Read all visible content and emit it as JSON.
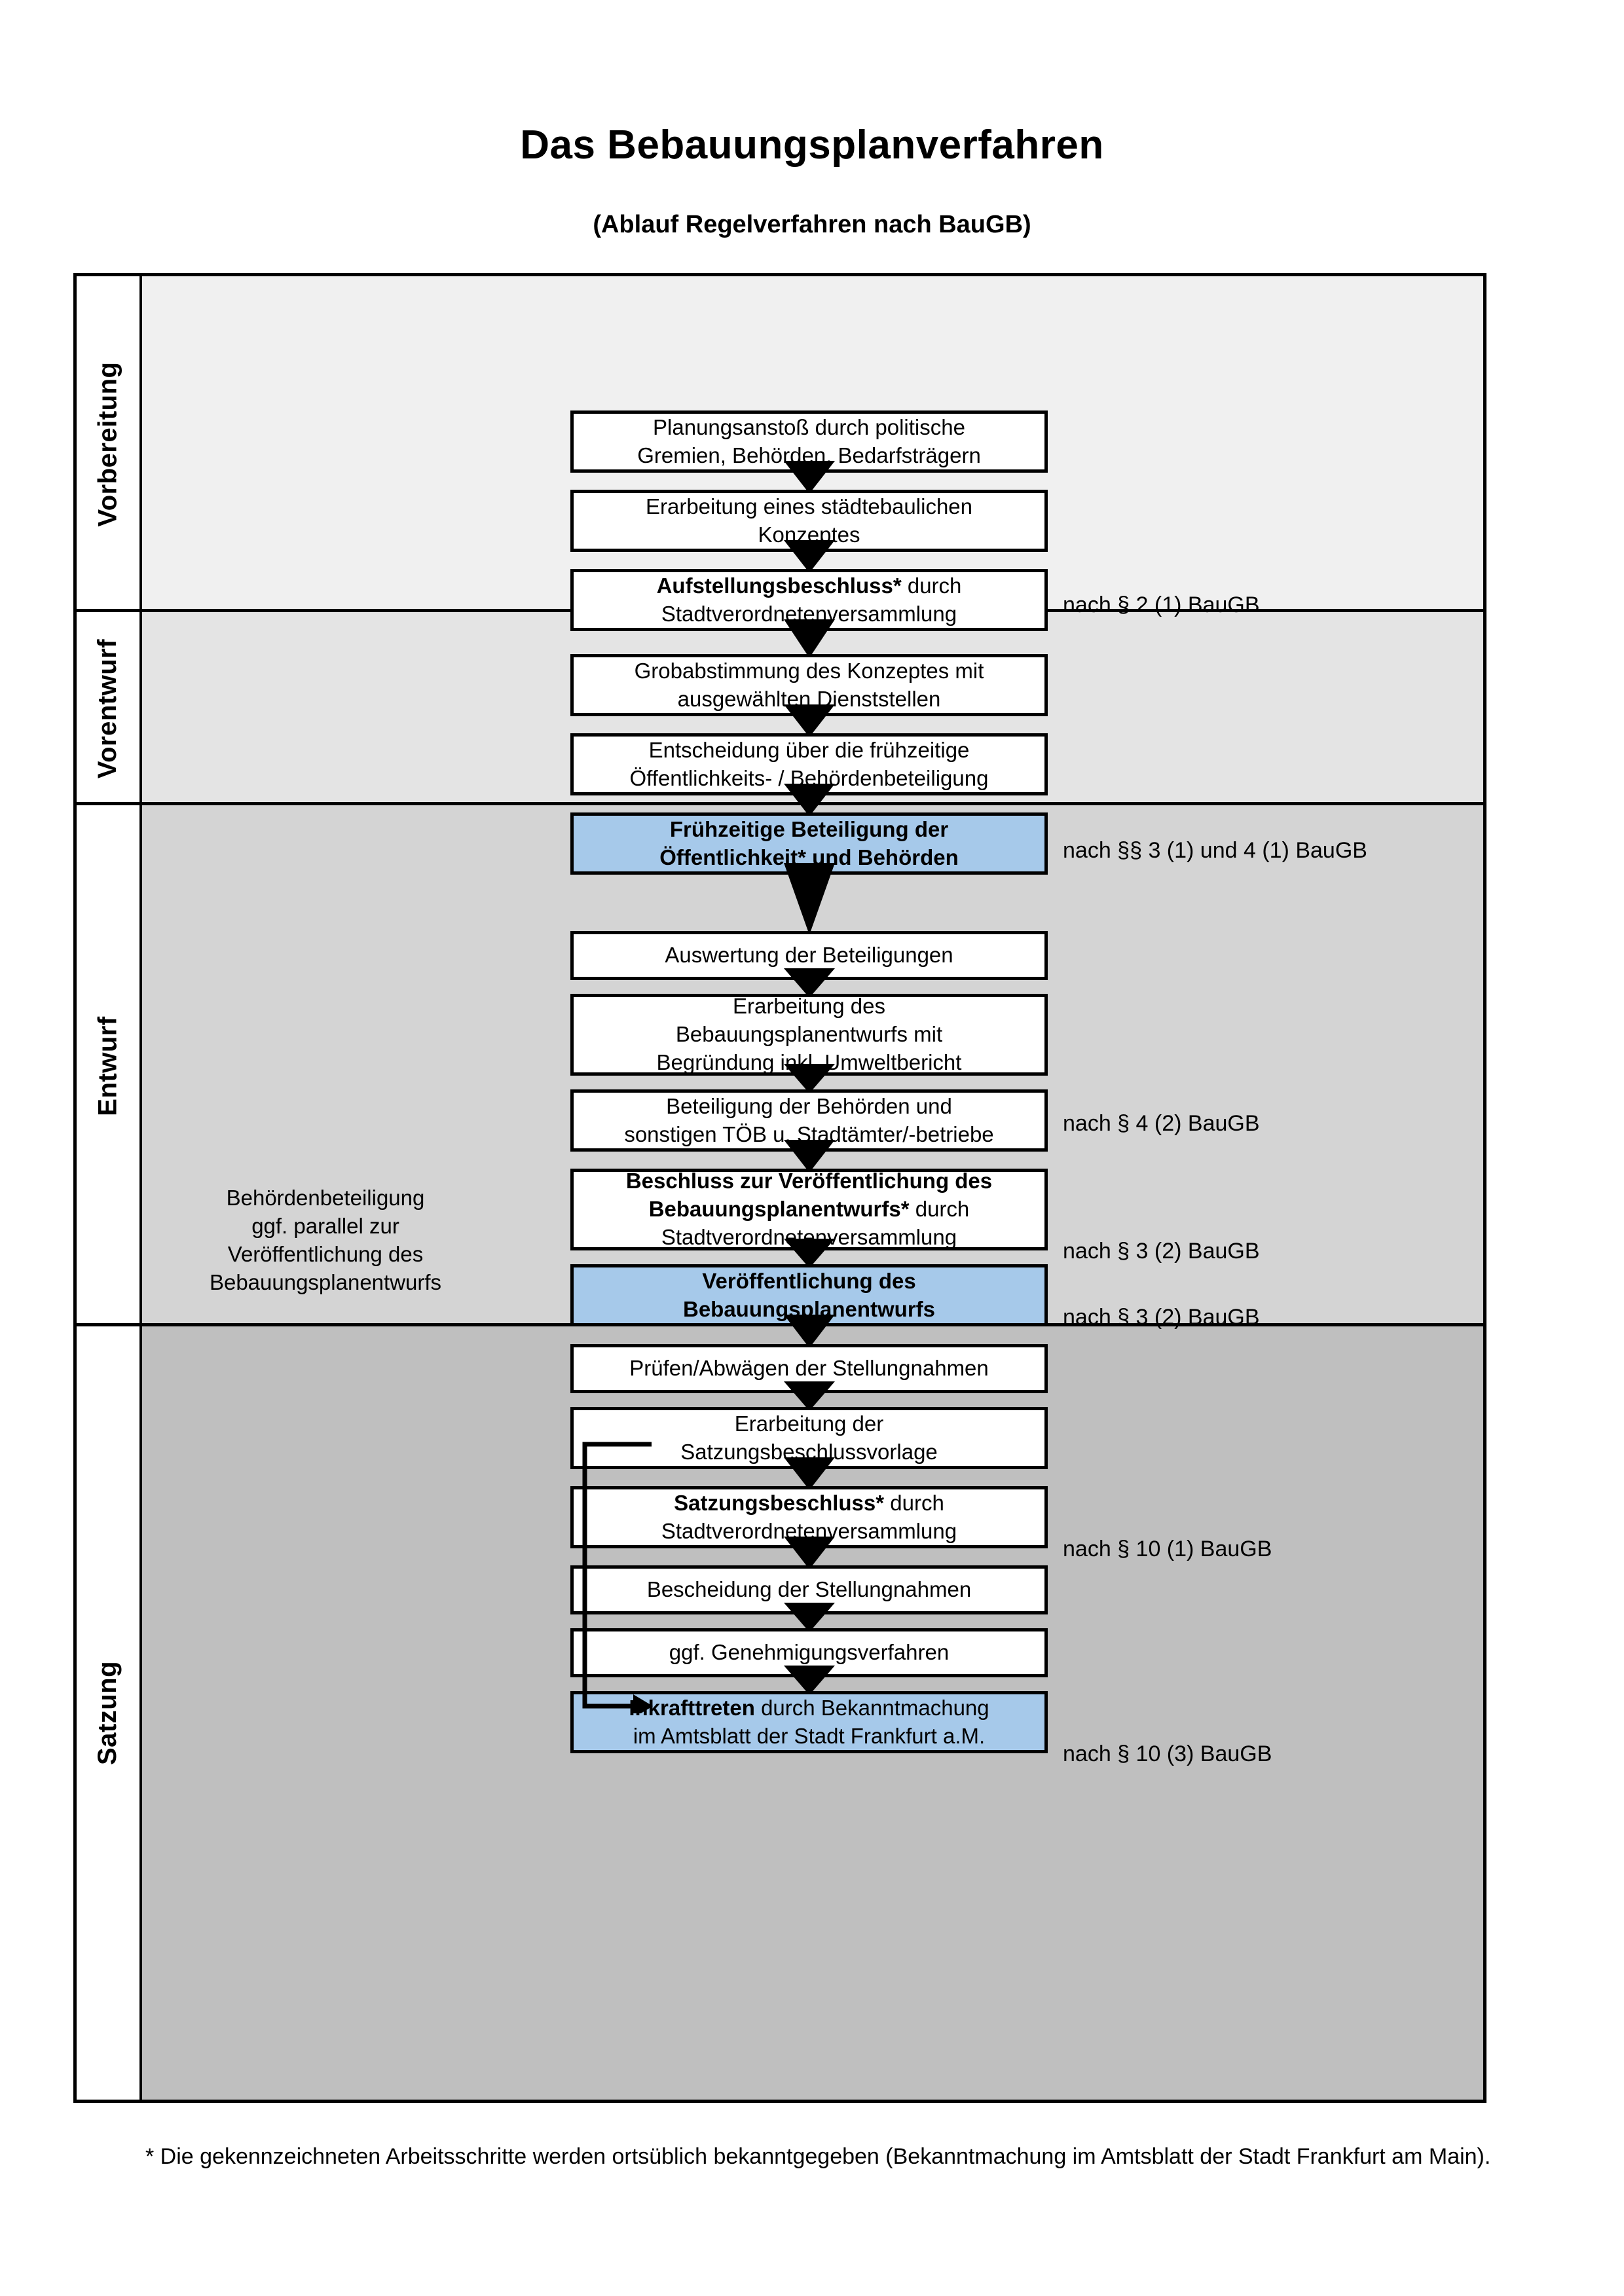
{
  "document": {
    "title": "Das Bebauungsplanverfahren",
    "subtitle": "(Ablauf Regelverfahren nach BauGB)",
    "footnote": "* Die gekennzeichneten Arbeitsschritte werden ortsüblich bekanntgegeben (Bekanntmachung im Amtsblatt  der Stadt Frankfurt am Main)."
  },
  "colors": {
    "highlight_box": "#a6c9ea",
    "band_1": "#f0f0f0",
    "band_2": "#e4e4e4",
    "band_3": "#d4d4d4",
    "band_4": "#bfbfbf",
    "line": "#000000",
    "box_fill": "#ffffff"
  },
  "bands": [
    {
      "label": "Vorbereitung",
      "fill": "#f0f0f0"
    },
    {
      "label": "Vorentwurf",
      "fill": "#e4e4e4"
    },
    {
      "label": "Entwurf",
      "fill": "#d4d4d4"
    },
    {
      "label": "Satzung",
      "fill": "#bfbfbf"
    }
  ],
  "steps": [
    {
      "id": "planungsanstoss",
      "band": "Vorbereitung",
      "lines": [
        {
          "text": "Planungsanstoß durch politische",
          "bold": false
        },
        {
          "text": "Gremien, Behörden, Bedarfsträgern",
          "bold": false
        }
      ],
      "highlight": false,
      "annotation": ""
    },
    {
      "id": "staedtebauliches-konzept",
      "band": "Vorbereitung",
      "lines": [
        {
          "text": "Erarbeitung eines städtebaulichen",
          "bold": false
        },
        {
          "text": "Konzeptes",
          "bold": false
        }
      ],
      "highlight": false,
      "annotation": ""
    },
    {
      "id": "aufstellungsbeschluss",
      "band": "Vorbereitung",
      "lines": [
        {
          "text": "Aufstellungsbeschluss*",
          "bold": true,
          "suffix": " durch"
        },
        {
          "text": "Stadtverordnetenversammlung",
          "bold": false
        }
      ],
      "highlight": false,
      "annotation": "nach § 2 (1) BauGB"
    },
    {
      "id": "grobabstimmung",
      "band": "Vorentwurf",
      "lines": [
        {
          "text": "Grobabstimmung des Konzeptes mit",
          "bold": false
        },
        {
          "text": "ausgewählten Dienststellen",
          "bold": false
        }
      ],
      "highlight": false,
      "annotation": ""
    },
    {
      "id": "entscheidung-fruehzeitige-beteiligung",
      "band": "Vorentwurf",
      "lines": [
        {
          "text": "Entscheidung über die frühzeitige",
          "bold": false
        },
        {
          "text": "Öffentlichkeits- / Behördenbeteiligung",
          "bold": false
        }
      ],
      "highlight": false,
      "annotation": ""
    },
    {
      "id": "fruehzeitige-beteiligung",
      "band": "Vorentwurf",
      "lines": [
        {
          "text": "Frühzeitige Beteiligung der",
          "bold": true
        },
        {
          "text": "Öffentlichkeit* und Behörden",
          "bold": true
        }
      ],
      "highlight": true,
      "annotation": "nach §§ 3 (1) und 4 (1) BauGB"
    },
    {
      "id": "auswertung-beteiligungen",
      "band": "Entwurf",
      "lines": [
        {
          "text": "Auswertung der Beteiligungen",
          "bold": false
        }
      ],
      "highlight": false,
      "annotation": ""
    },
    {
      "id": "erarbeitung-bplanentwurf",
      "band": "Entwurf",
      "lines": [
        {
          "text": "Erarbeitung des",
          "bold": false
        },
        {
          "text": "Bebauungsplanentwurfs mit",
          "bold": false
        },
        {
          "text": "Begründung inkl. Umweltbericht",
          "bold": false
        }
      ],
      "highlight": false,
      "annotation": ""
    },
    {
      "id": "beteiligung-behoerden-toeb",
      "band": "Entwurf",
      "lines": [
        {
          "text": "Beteiligung der Behörden und",
          "bold": false
        },
        {
          "text": "sonstigen TÖB u. Stadtämter/-betriebe",
          "bold": false
        }
      ],
      "highlight": false,
      "annotation": "nach § 4 (2) BauGB"
    },
    {
      "id": "beschluss-veroeffentlichung",
      "band": "Entwurf",
      "lines": [
        {
          "text": "Beschluss zur Veröffentlichung des",
          "bold": true
        },
        {
          "text": "Bebauungsplanentwurfs*",
          "bold": true,
          "suffix": " durch"
        },
        {
          "text": "Stadtverordnetenversammlung",
          "bold": false
        }
      ],
      "highlight": false,
      "annotation": "nach § 3 (2) BauGB"
    },
    {
      "id": "veroeffentlichung-bplanentwurf",
      "band": "Entwurf",
      "lines": [
        {
          "text": "Veröffentlichung des",
          "bold": true
        },
        {
          "text": "Bebauungsplanentwurfs",
          "bold": true
        }
      ],
      "highlight": true,
      "annotation": "nach § 3 (2) BauGB"
    },
    {
      "id": "pruefen-abwaegen",
      "band": "Satzung",
      "lines": [
        {
          "text": "Prüfen/Abwägen der Stellungnahmen",
          "bold": false
        }
      ],
      "highlight": false,
      "annotation": ""
    },
    {
      "id": "erarbeitung-satzungsbeschlussvorlage",
      "band": "Satzung",
      "lines": [
        {
          "text": "Erarbeitung der",
          "bold": false
        },
        {
          "text": "Satzungsbeschlussvorlage",
          "bold": false
        }
      ],
      "highlight": false,
      "annotation": ""
    },
    {
      "id": "satzungsbeschluss",
      "band": "Satzung",
      "lines": [
        {
          "text": "Satzungsbeschluss*",
          "bold": true,
          "suffix": " durch"
        },
        {
          "text": "Stadtverordnetenversammlung",
          "bold": false
        }
      ],
      "highlight": false,
      "annotation": "nach § 10 (1) BauGB"
    },
    {
      "id": "bescheidung-stellungnahmen",
      "band": "Satzung",
      "lines": [
        {
          "text": "Bescheidung der Stellungnahmen",
          "bold": false
        }
      ],
      "highlight": false,
      "annotation": ""
    },
    {
      "id": "genehmigungsverfahren",
      "band": "Satzung",
      "lines": [
        {
          "text": "ggf. Genehmigungsverfahren",
          "bold": false
        }
      ],
      "highlight": false,
      "annotation": ""
    },
    {
      "id": "inkrafttreten",
      "band": "Satzung",
      "lines": [
        {
          "text": "Inkrafttreten",
          "bold": true,
          "suffix": " durch Bekanntmachung"
        },
        {
          "text": "im Amtsblatt der Stadt Frankfurt a.M.",
          "bold": false
        }
      ],
      "highlight": true,
      "annotation": "nach § 10 (3) BauGB"
    }
  ],
  "side_note": {
    "lines": [
      "Behördenbeteiligung",
      "ggf. parallel zur",
      "Veröffentlichung des",
      "Bebauungsplanentwurfs"
    ]
  }
}
